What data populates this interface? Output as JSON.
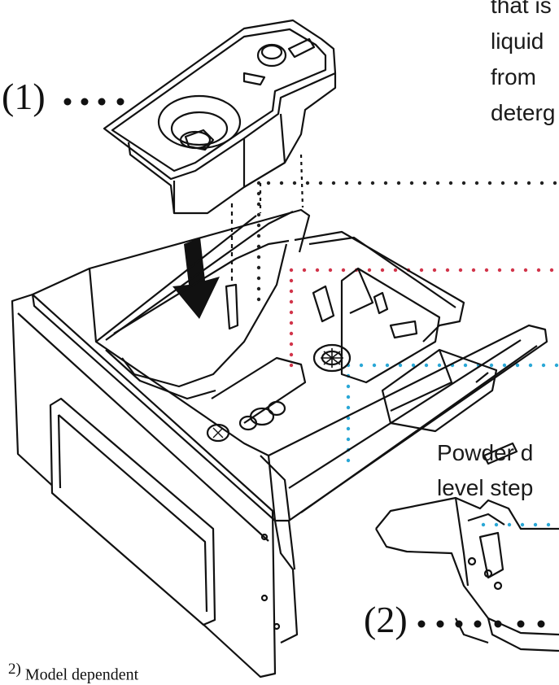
{
  "callouts": {
    "one": "(1)",
    "two": "(2)"
  },
  "cut_text_top": [
    "that is",
    "liquid",
    "from",
    "deterg"
  ],
  "cut_text_mid": [
    "Powder d",
    "level step"
  ],
  "footnote": {
    "mark": "2)",
    "text": "Model dependent"
  },
  "colors": {
    "stroke": "#111111",
    "dots_dark": "#222222",
    "dots_red": "#d1344a",
    "dots_blue": "#2aa7d6",
    "arrow": "#111111"
  }
}
